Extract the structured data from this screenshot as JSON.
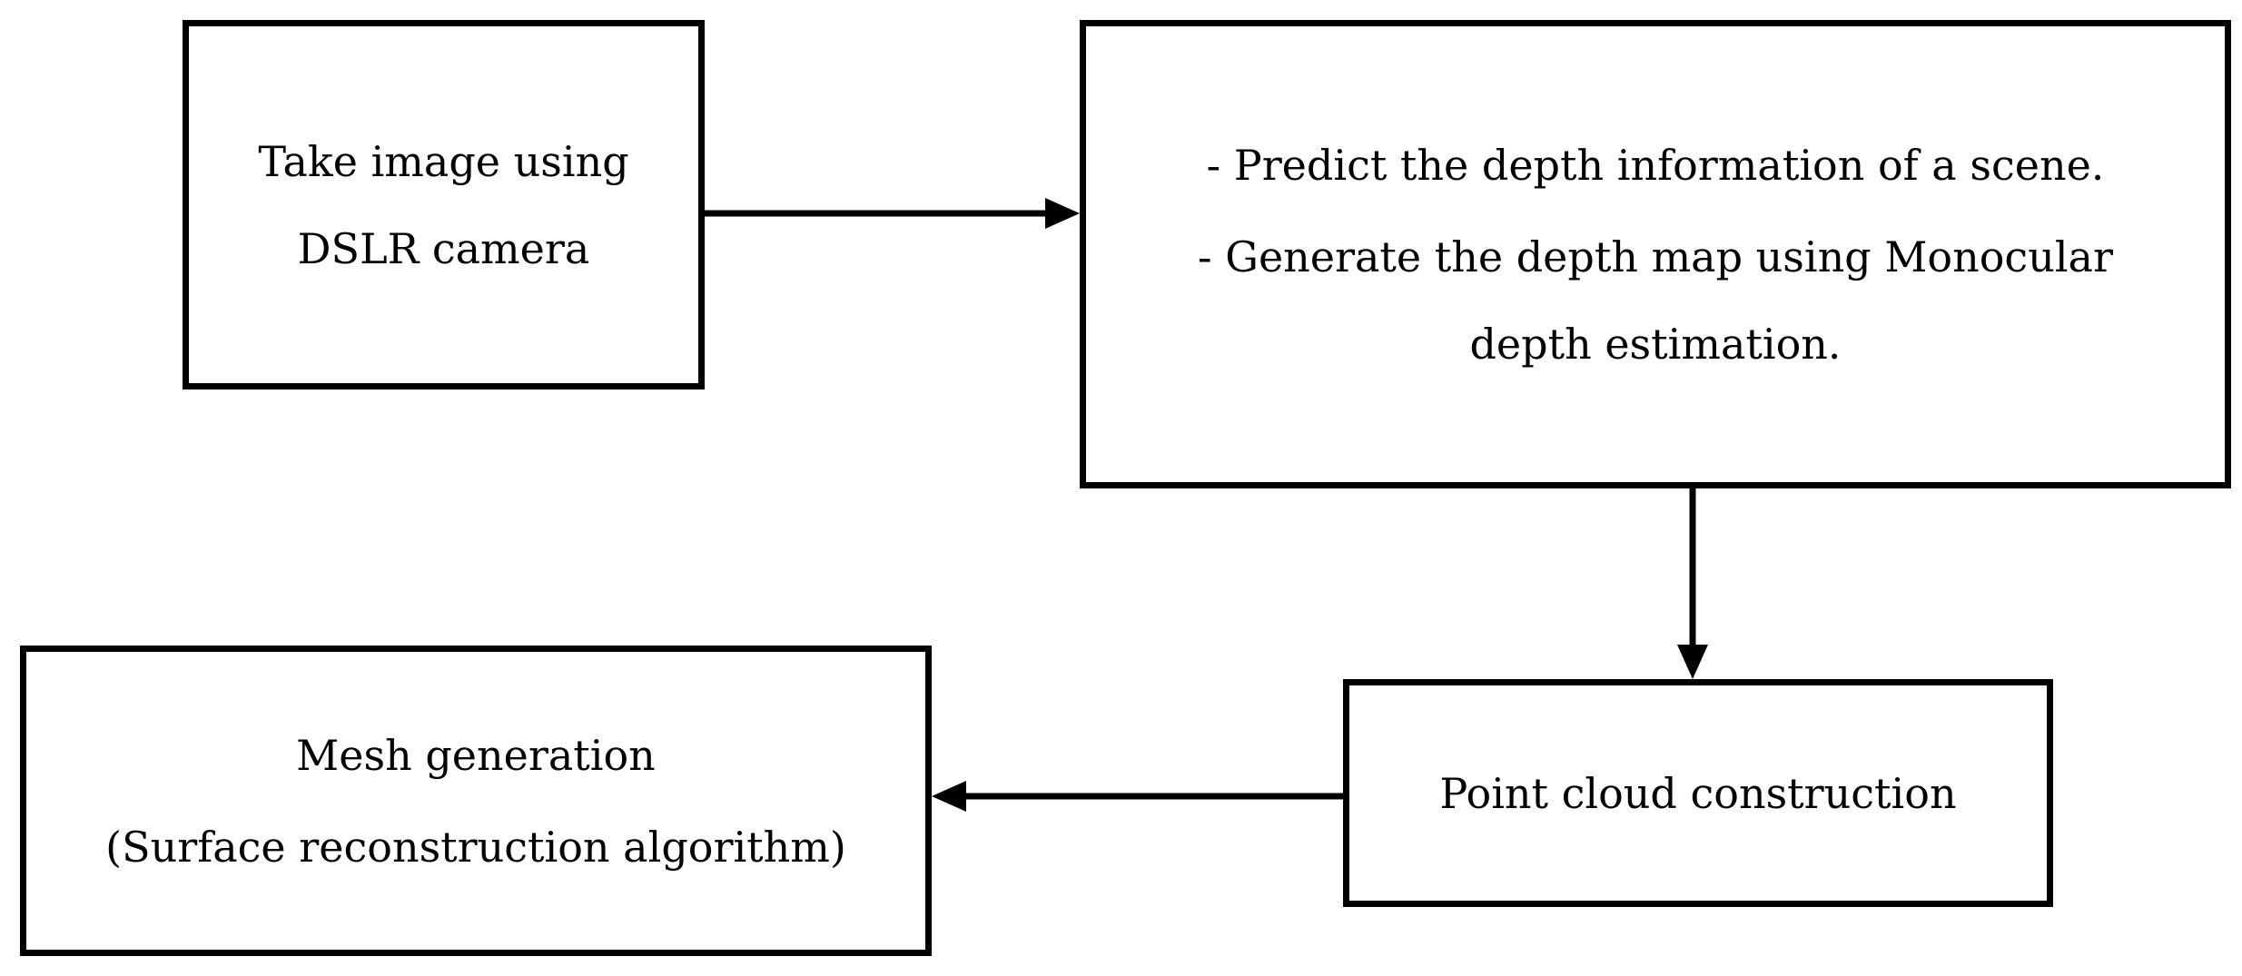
{
  "steps": {
    "capture": {
      "line1": "Take image using",
      "line2": "DSLR camera"
    },
    "depth": {
      "line1": "- Predict the depth information of a scene.",
      "line2": "- Generate the depth map using Monocular",
      "line3": "depth estimation."
    },
    "point_cloud": {
      "line1": "Point cloud construction"
    },
    "mesh": {
      "line1": "Mesh generation",
      "line2": "(Surface reconstruction algorithm)"
    }
  },
  "colors": {
    "stroke": "#000000",
    "background": "#ffffff"
  }
}
